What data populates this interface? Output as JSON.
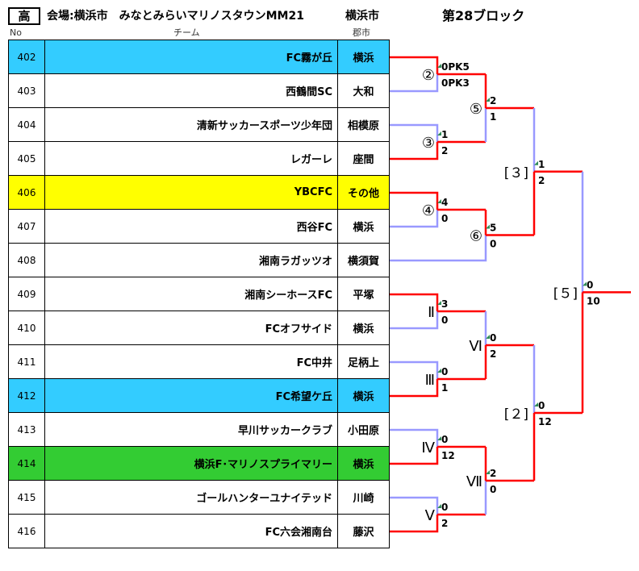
{
  "header": {
    "badge": "高",
    "venue": "会場:横浜市　みなとみらいマリノスタウンMM21",
    "city": "横浜市",
    "block": "第28ブロック",
    "col_no": "No",
    "col_team": "チーム",
    "col_city": "郡市"
  },
  "colors": {
    "highlight_blue": "#33ccff",
    "highlight_yellow": "#ffff00",
    "highlight_green": "#33cc33",
    "winner_line": "#ff0000",
    "loser_line": "#9999ff"
  },
  "teams": [
    {
      "no": "402",
      "name": "FC霧が丘",
      "city": "横浜",
      "highlight": "blue"
    },
    {
      "no": "403",
      "name": "西鶴間SC",
      "city": "大和",
      "highlight": ""
    },
    {
      "no": "404",
      "name": "清新サッカースポーツ少年団",
      "city": "相模原",
      "highlight": ""
    },
    {
      "no": "405",
      "name": "レガーレ",
      "city": "座間",
      "highlight": ""
    },
    {
      "no": "406",
      "name": "YBCFC",
      "city": "その他",
      "highlight": "yellow"
    },
    {
      "no": "407",
      "name": "西谷FC",
      "city": "横浜",
      "highlight": ""
    },
    {
      "no": "408",
      "name": "湘南ラガッツオ",
      "city": "横須賀",
      "highlight": ""
    },
    {
      "no": "409",
      "name": "湘南シーホースFC",
      "city": "平塚",
      "highlight": ""
    },
    {
      "no": "410",
      "name": "FCオフサイド",
      "city": "横浜",
      "highlight": ""
    },
    {
      "no": "411",
      "name": "FC中井",
      "city": "足柄上",
      "highlight": ""
    },
    {
      "no": "412",
      "name": "FC希望ケ丘",
      "city": "横浜",
      "highlight": "blue"
    },
    {
      "no": "413",
      "name": "早川サッカークラブ",
      "city": "小田原",
      "highlight": ""
    },
    {
      "no": "414",
      "name": "横浜F･マリノスプライマリー",
      "city": "横浜",
      "highlight": "green"
    },
    {
      "no": "415",
      "name": "ゴールハンターユナイテッド",
      "city": "川崎",
      "highlight": ""
    },
    {
      "no": "416",
      "name": "FC六会湘南台",
      "city": "藤沢",
      "highlight": ""
    }
  ],
  "matches": {
    "m2": {
      "label": "②",
      "top": "0PK5",
      "bottom": "0PK3"
    },
    "m3": {
      "label": "③",
      "top": "1",
      "bottom": "2"
    },
    "m4": {
      "label": "④",
      "top": "4",
      "bottom": "0"
    },
    "m5": {
      "label": "⑤",
      "top": "2",
      "bottom": "1"
    },
    "m6": {
      "label": "⑥",
      "top": "5",
      "bottom": "0"
    },
    "b3": {
      "label": "[３]",
      "top": "1",
      "bottom": "2"
    },
    "mII": {
      "label": "Ⅱ",
      "top": "3",
      "bottom": "0"
    },
    "mIII": {
      "label": "Ⅲ",
      "top": "0",
      "bottom": "1"
    },
    "mIV": {
      "label": "Ⅳ",
      "top": "0",
      "bottom": "12"
    },
    "mV": {
      "label": "Ⅴ",
      "top": "0",
      "bottom": "2"
    },
    "mVI": {
      "label": "Ⅵ",
      "top": "0",
      "bottom": "2"
    },
    "mVII": {
      "label": "Ⅶ",
      "top": "2",
      "bottom": "0"
    },
    "b2": {
      "label": "[２]",
      "top": "0",
      "bottom": "12"
    },
    "b5": {
      "label": "[５]",
      "top": "0",
      "bottom": "10"
    }
  }
}
